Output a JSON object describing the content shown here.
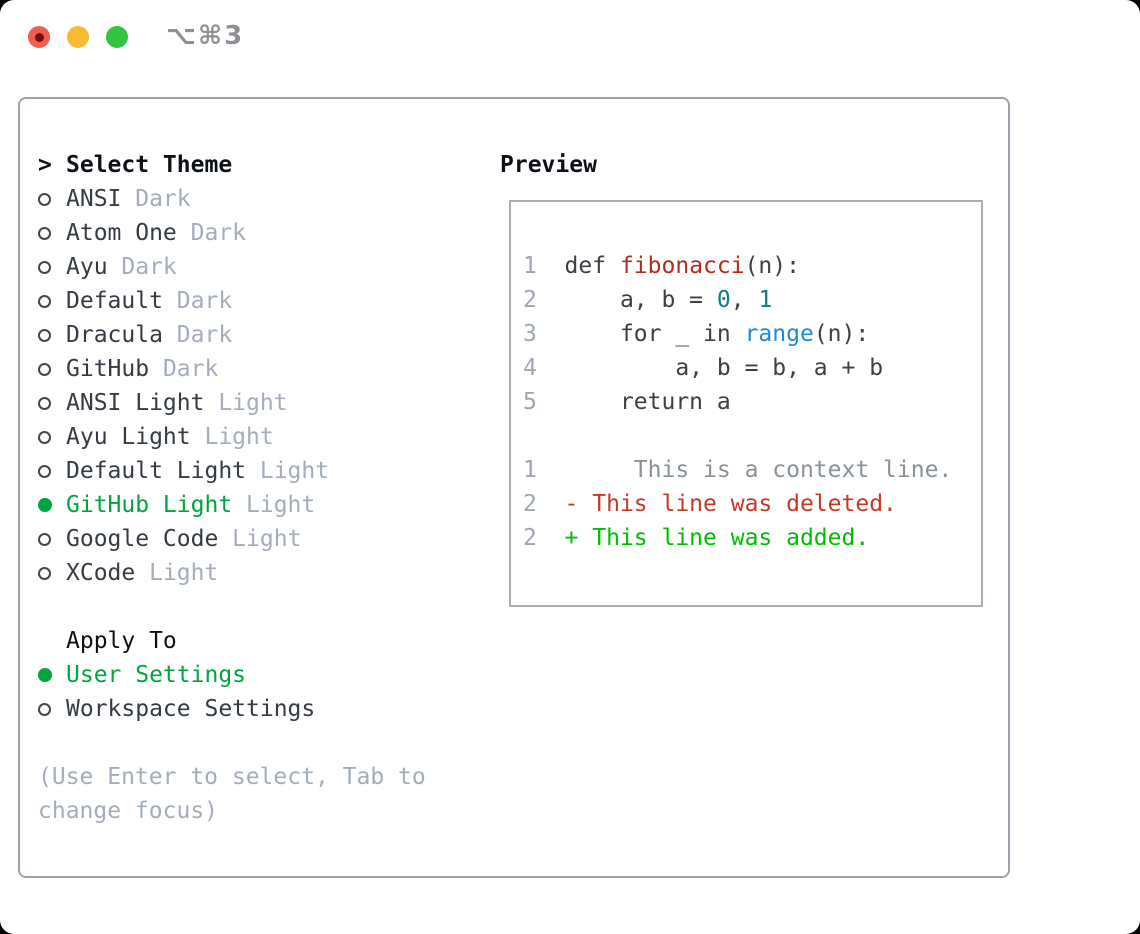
{
  "window": {
    "title": "⌥⌘3"
  },
  "theme_picker": {
    "cursor": ">",
    "header": "Select Theme",
    "items": [
      {
        "label": "ANSI",
        "variant": "Dark",
        "selected": false
      },
      {
        "label": "Atom One",
        "variant": "Dark",
        "selected": false
      },
      {
        "label": "Ayu",
        "variant": "Dark",
        "selected": false
      },
      {
        "label": "Default",
        "variant": "Dark",
        "selected": false
      },
      {
        "label": "Dracula",
        "variant": "Dark",
        "selected": false
      },
      {
        "label": "GitHub",
        "variant": "Dark",
        "selected": false
      },
      {
        "label": "ANSI Light",
        "variant": "Light",
        "selected": false
      },
      {
        "label": "Ayu Light",
        "variant": "Light",
        "selected": false
      },
      {
        "label": "Default Light",
        "variant": "Light",
        "selected": false
      },
      {
        "label": "GitHub Light",
        "variant": "Light",
        "selected": true
      },
      {
        "label": "Google Code",
        "variant": "Light",
        "selected": false
      },
      {
        "label": "XCode",
        "variant": "Light",
        "selected": false
      }
    ]
  },
  "apply_to": {
    "header": "Apply To",
    "options": [
      {
        "label": "User Settings",
        "selected": true
      },
      {
        "label": "Workspace Settings",
        "selected": false
      }
    ]
  },
  "footer": {
    "line1": "(Use Enter to select, Tab to",
    "line2": "change focus)"
  },
  "preview": {
    "header": "Preview",
    "lines": [
      [
        {
          "t": "1",
          "c": "num"
        },
        {
          "t": "  def ",
          "c": "code"
        },
        {
          "t": "fibonacci",
          "c": "func"
        },
        {
          "t": "(n):",
          "c": "code"
        }
      ],
      [
        {
          "t": "2",
          "c": "num"
        },
        {
          "t": "      a, b = ",
          "c": "code"
        },
        {
          "t": "0",
          "c": "lit"
        },
        {
          "t": ", ",
          "c": "code"
        },
        {
          "t": "1",
          "c": "lit"
        }
      ],
      [
        {
          "t": "3",
          "c": "num"
        },
        {
          "t": "      for _ in ",
          "c": "code"
        },
        {
          "t": "range",
          "c": "builtin"
        },
        {
          "t": "(n):",
          "c": "code"
        }
      ],
      [
        {
          "t": "4",
          "c": "num"
        },
        {
          "t": "          a, b = b, a + b",
          "c": "code"
        }
      ],
      [
        {
          "t": "5",
          "c": "num"
        },
        {
          "t": "      return a",
          "c": "code"
        }
      ],
      [],
      [
        {
          "t": "1",
          "c": "num"
        },
        {
          "t": "       This is a context line.",
          "c": "ctx"
        }
      ],
      [
        {
          "t": "2",
          "c": "num"
        },
        {
          "t": "  - This line was deleted.",
          "c": "del"
        }
      ],
      [
        {
          "t": "2",
          "c": "num"
        },
        {
          "t": "  + This line was added.",
          "c": "add"
        }
      ]
    ]
  },
  "colors": {
    "accent_green": "#00a440",
    "added_green": "#00bd00",
    "deleted_red": "#c63927",
    "function_red": "#b02e1c",
    "literal_teal": "#0c7d85",
    "builtin_blue": "#1f8ccc",
    "code_text": "#3a4046",
    "line_number": "#9ca6b4",
    "context_gray": "#8a9199",
    "muted_gray": "#a4adbb",
    "heading_black": "#0d1117",
    "item_text": "#353b44",
    "panel_border": "#9aa3ae",
    "preview_border": "#a6aeb8",
    "title_gray": "#8e9095",
    "traffic_red": "#f25c51",
    "traffic_red_dot": "#6b120c",
    "traffic_yellow": "#f7bb32",
    "traffic_green": "#33c444"
  }
}
